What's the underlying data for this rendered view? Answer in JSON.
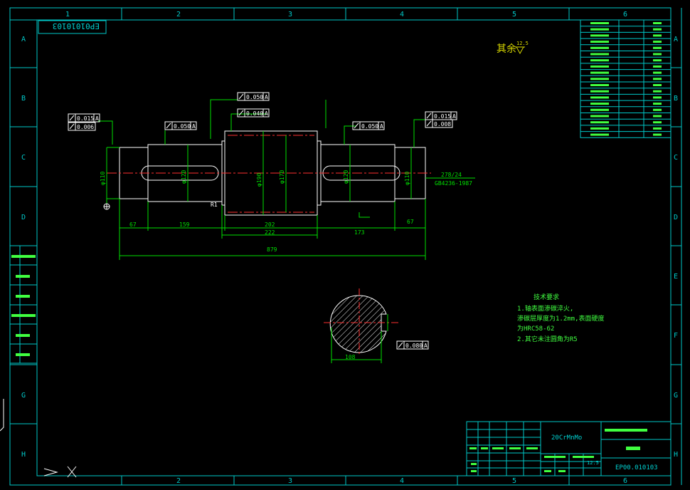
{
  "colors": {
    "background": "#000000",
    "frame": "#00c8c8",
    "part": "#ffffff",
    "dimension": "#00e000",
    "centerline": "#ff3030",
    "text_cyan": "#00d0d0",
    "text_yellow": "#d8d800",
    "text_green": "#40ff40"
  },
  "frame": {
    "columns": [
      "1",
      "2",
      "3",
      "4",
      "5",
      "6"
    ],
    "rows": [
      "A",
      "B",
      "C",
      "D",
      "E",
      "F",
      "G",
      "H"
    ]
  },
  "drawing": {
    "code_box": "EP01010103",
    "surface_rest": "其余",
    "surface_rest_value": "12.5",
    "tolerance_frames": {
      "top_outer": {
        "value": "0.050",
        "datum": "A"
      },
      "top_inner": {
        "value": "0.040",
        "datum": "A"
      },
      "left_runout": {
        "value": "0.015",
        "datum": "A"
      },
      "left_cyl": {
        "value": "0.006"
      },
      "left_mid": {
        "value": "0.050",
        "datum": "A"
      },
      "right_mid": {
        "value": "0.050",
        "datum": "A"
      },
      "right_runout": {
        "value": "0.015",
        "datum": "A"
      },
      "right_cyl": {
        "value": "0.008"
      },
      "section_sym": {
        "value": "0.080",
        "datum": "A"
      }
    },
    "dimensions": {
      "d1": "67",
      "d2": "159",
      "d3": "202",
      "d4": "222",
      "d5": "173",
      "d6": "67",
      "overall": "879",
      "dia_left_end": "φ110",
      "dia_left_journal": "φ120",
      "dia_body1": "φ190",
      "dia_body2": "φ170",
      "dia_right_journal": "φ120",
      "dia_right_end": "φ110",
      "radius": "R1",
      "section_width": "108",
      "thread_note_1": "278/24",
      "thread_note_2": "GB4236-1987"
    },
    "tech_requirements": {
      "title": "技术要求",
      "lines": [
        "1.轴表面渗碳淬火,",
        "渗碳层厚度为1.2mm,表面硬度",
        "为HRC58-62",
        "2.其它未注圆角为R5"
      ]
    },
    "title_block": {
      "material": "20CrMnMo",
      "drawing_no": "EP00.010103",
      "scale": "12.5"
    }
  }
}
